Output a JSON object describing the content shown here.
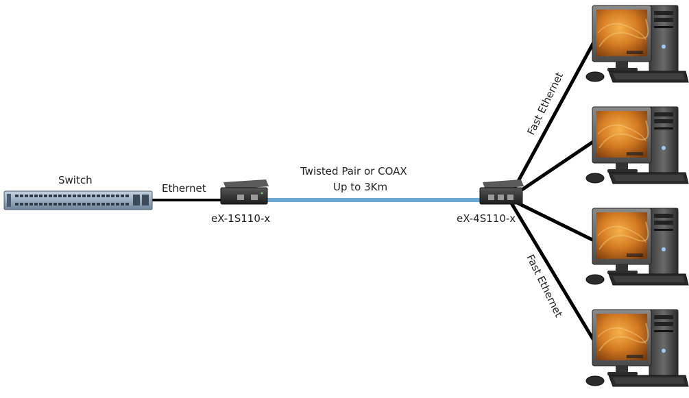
{
  "labels": {
    "switch": "Switch",
    "ethernet": "Ethernet",
    "link_line1": "Twisted Pair or COAX",
    "link_line2": "Up to 3Km",
    "device_local": "eX-1S110-x",
    "device_remote": "eX-4S110-x",
    "fast_ethernet_upper": "Fast Ethernet",
    "fast_ethernet_lower": "Fast Ethernet"
  },
  "colors": {
    "ethernet_cable": "#000000",
    "long_link_cable": "#6aa8d6",
    "pc_cable": "#000000",
    "switch_body": "#9aaec2",
    "device_body": "#2b2b2b",
    "monitor_screen": "#d0802a"
  },
  "nodes": {
    "switch_icon": "network-switch-icon",
    "device_local_icon": "extender-device-icon",
    "device_remote_icon": "extender-device-icon",
    "computer_icon": "desktop-computer-icon",
    "computer_count": 4
  }
}
